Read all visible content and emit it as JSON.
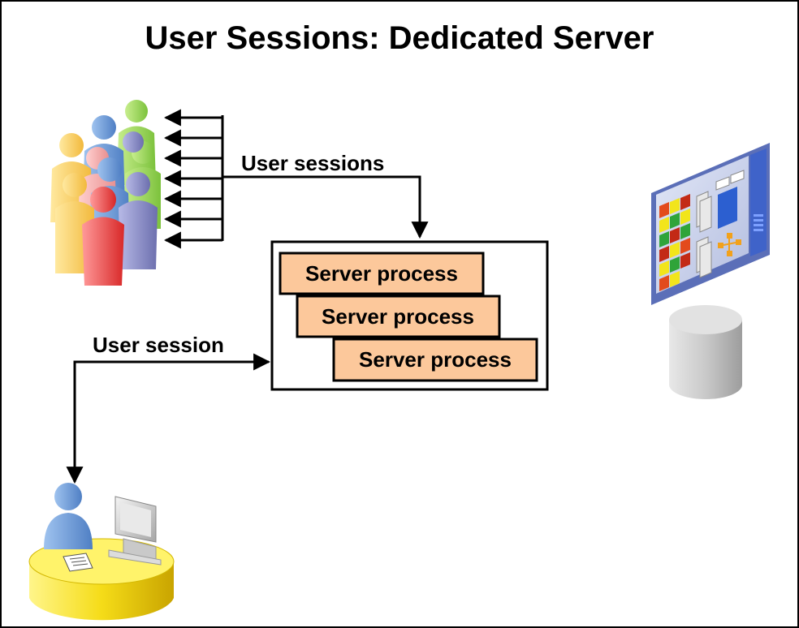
{
  "title": "User Sessions: Dedicated Server",
  "labels": {
    "user_sessions": "User sessions",
    "user_session": "User session"
  },
  "server_processes": [
    "Server process",
    "Server process",
    "Server process"
  ],
  "colors": {
    "server_process_fill": "#fcc89b",
    "arrow": "#000000",
    "desk_yellow": "#f2d21a",
    "database_gray": "#d0d0d0"
  },
  "icons": {
    "user_group": "user-group-icon",
    "single_user_workstation": "user-workstation-icon",
    "server_machine": "server-machine-icon",
    "database": "database-icon"
  }
}
